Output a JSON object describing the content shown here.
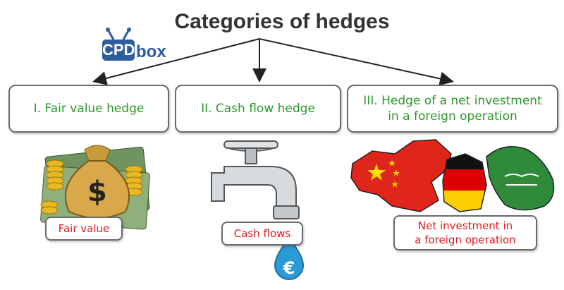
{
  "title": "Categories of hedges",
  "logo": {
    "tv_text": "CPD",
    "box_text": "box"
  },
  "categories": [
    {
      "label": "I. Fair value hedge"
    },
    {
      "label_line1": "II. Cash flow hedge"
    },
    {
      "label_line1": "III. Hedge of a net investment",
      "label_line2": "in a foreign operation"
    }
  ],
  "labels": {
    "fair_value": "Fair value",
    "cash_flows": "Cash flows",
    "net_investment_line1": "Net investment in",
    "net_investment_line2": "a foreign operation"
  },
  "colors": {
    "category_text": "#2a9a2a",
    "label_text": "#e0191d",
    "border": "#6a6a6a"
  },
  "icons": [
    "money-bag-icon",
    "water-tap-icon",
    "euro-drop-icon",
    "china-map-icon",
    "germany-map-icon",
    "saudi-arabia-map-icon"
  ]
}
